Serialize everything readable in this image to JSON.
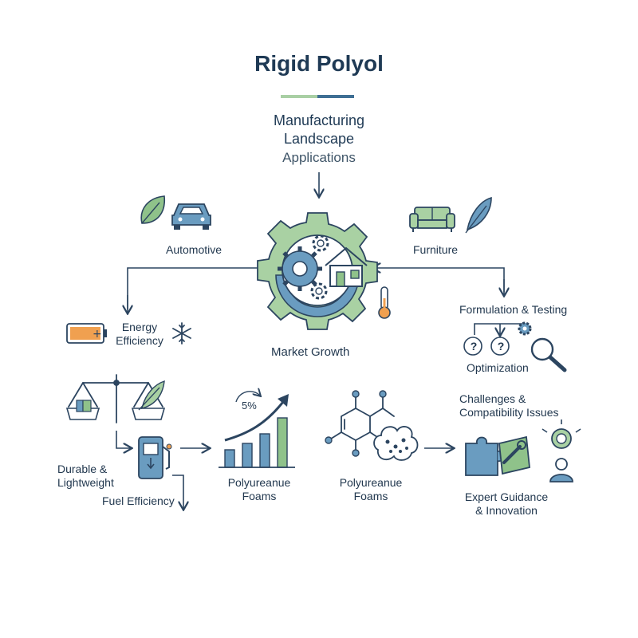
{
  "title": "Rigid Polyol",
  "subtitle": {
    "line1": "Manufacturing",
    "line2": "Landscape",
    "line3": "Applications"
  },
  "labels": {
    "automotive": "Automotive",
    "furniture": "Furniture",
    "energy_line1": "Energy",
    "energy_line2": "Efficiency",
    "market_growth": "Market Growth",
    "formulation": "Formulation & Testing",
    "optimization": "Optimization",
    "durable_line1": "Durable &",
    "durable_line2": "Lightweight",
    "fuel_efficiency": "Fuel Efficiency",
    "foams_left_line1": "Polyureanue",
    "foams_left_line2": "Foams",
    "foams_right_line1": "Polyureanue",
    "foams_right_line2": "Foams",
    "challenges_line1": "Challenges &",
    "challenges_line2": "Compatibility Issues",
    "expert_line1": "Expert Guidance",
    "expert_line2": "& Innovation",
    "growth_percent": "5%",
    "question_mark": "?"
  },
  "colors": {
    "navy": "#2c4560",
    "green": "#8fc28a",
    "blue": "#6a9cc0",
    "orange": "#f0a050"
  }
}
